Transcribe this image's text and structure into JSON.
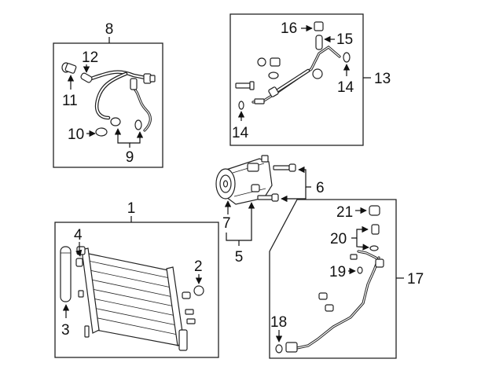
{
  "diagram": {
    "callouts": {
      "c1": "1",
      "c2": "2",
      "c3": "3",
      "c4": "4",
      "c5": "5",
      "c6": "6",
      "c7": "7",
      "c8": "8",
      "c9": "9",
      "c10": "10",
      "c11": "11",
      "c12": "12",
      "c13": "13",
      "c14a": "14",
      "c14b": "14",
      "c15": "15",
      "c16": "16",
      "c17": "17",
      "c18": "18",
      "c19": "19",
      "c20": "20",
      "c21": "21"
    }
  }
}
